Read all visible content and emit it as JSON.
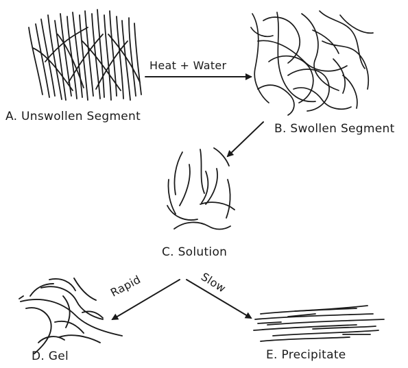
{
  "labels": {
    "a": "A. Unswollen Segment",
    "b": "B. Swollen Segment",
    "c": "C. Solution",
    "d": "D. Gel",
    "e": "E. Precipitate"
  },
  "arrows": {
    "heat_water": "Heat + Water",
    "rapid": "Rapid",
    "slow": "Slow"
  },
  "colors": {
    "ink": "#1a1a1a",
    "background": "#ffffff"
  }
}
